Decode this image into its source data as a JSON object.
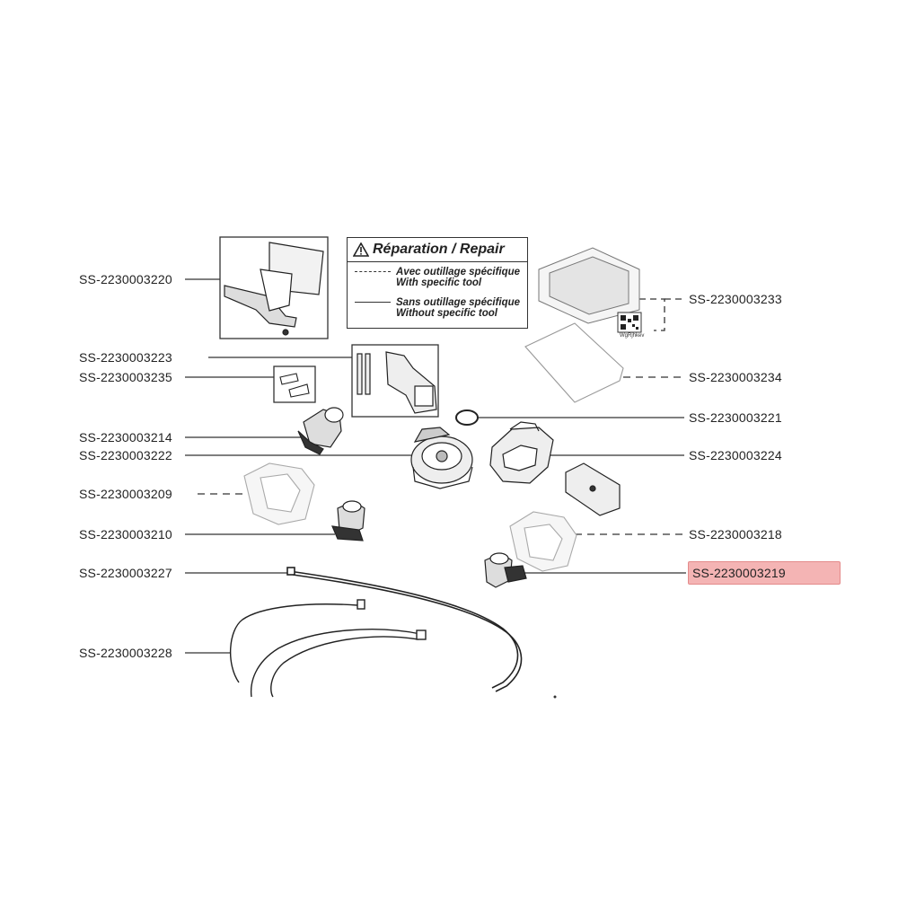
{
  "legend": {
    "title": "Réparation / Repair",
    "dashed_fr": "Avec outillage spécifique",
    "dashed_en": "With specific tool",
    "solid_fr": "Sans outillage spécifique",
    "solid_en": "Without specific tool"
  },
  "qr_caption": "WgRjhkev",
  "parts_left": [
    {
      "code": "SS-2230003220"
    },
    {
      "code": "SS-2230003223"
    },
    {
      "code": "SS-2230003235"
    },
    {
      "code": "SS-2230003214"
    },
    {
      "code": "SS-2230003222"
    },
    {
      "code": "SS-2230003209"
    },
    {
      "code": "SS-2230003210"
    },
    {
      "code": "SS-2230003227"
    },
    {
      "code": "SS-2230003228"
    }
  ],
  "parts_right": [
    {
      "code": "SS-2230003233"
    },
    {
      "code": "SS-2230003234"
    },
    {
      "code": "SS-2230003221"
    },
    {
      "code": "SS-2230003224"
    },
    {
      "code": "SS-2230003218"
    },
    {
      "code": "SS-2230003219",
      "highlighted": true
    }
  ],
  "colors": {
    "highlight": "#f4b4b4",
    "line": "#333333"
  }
}
